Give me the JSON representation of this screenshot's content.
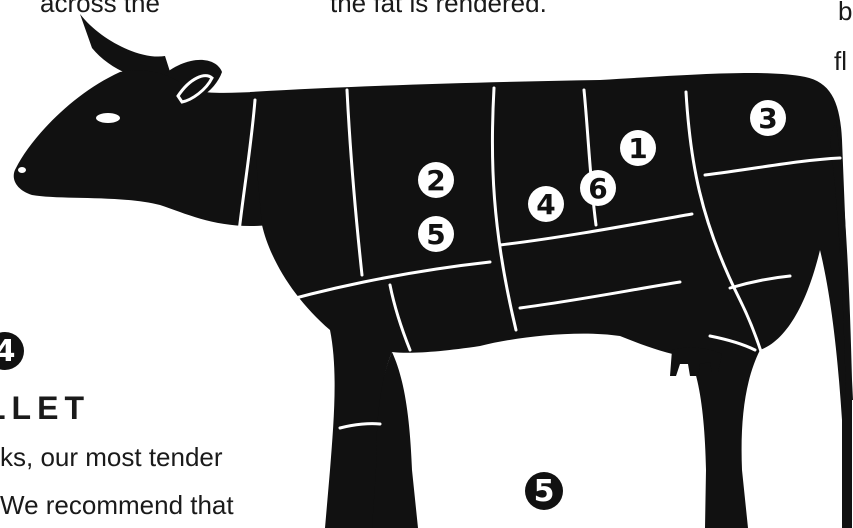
{
  "text_fragments": {
    "top_left": "across the",
    "top_middle": "the fat is rendered.",
    "right_top": "b",
    "right_second": "fl",
    "heading": "LLET",
    "body_line_1": "ks, our most tender",
    "body_line_2": "We recommend that"
  },
  "badges": {
    "left_number": "4",
    "bottom_number": "5"
  },
  "cow_cuts": [
    {
      "id": "cut-1",
      "label": "1"
    },
    {
      "id": "cut-2",
      "label": "2"
    },
    {
      "id": "cut-3",
      "label": "3"
    },
    {
      "id": "cut-4",
      "label": "4"
    },
    {
      "id": "cut-5",
      "label": "5"
    },
    {
      "id": "cut-6",
      "label": "6"
    }
  ],
  "colors": {
    "silhouette": "#111111",
    "cut_lines": "#ffffff",
    "text": "#1a1a1a"
  }
}
